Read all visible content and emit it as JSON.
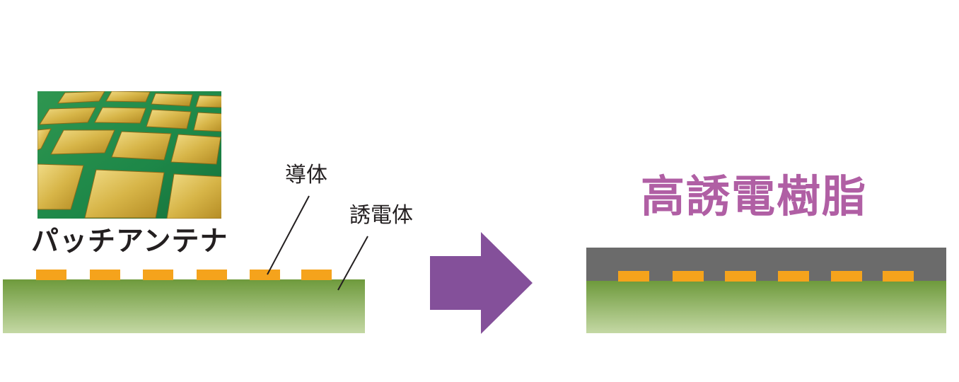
{
  "labels": {
    "conductor": "導体",
    "dielectric": "誘電体",
    "patch_antenna": "パッチアンテナ",
    "high_dielectric_resin": "高誘電樹脂"
  },
  "colors": {
    "substrate_top": "#6e9a3c",
    "substrate_bottom": "#c4d8a4",
    "patch": "#f5a31c",
    "resin": "#6b6b6b",
    "arrow": "#84509a",
    "resin_label": "#b05fa4",
    "photo_board": "#1f8a4a",
    "photo_pad": "#d9b848",
    "text": "#231f20"
  },
  "icons": {
    "photo": "patch-antenna-photo-illustration",
    "arrow": "right-arrow-icon"
  }
}
